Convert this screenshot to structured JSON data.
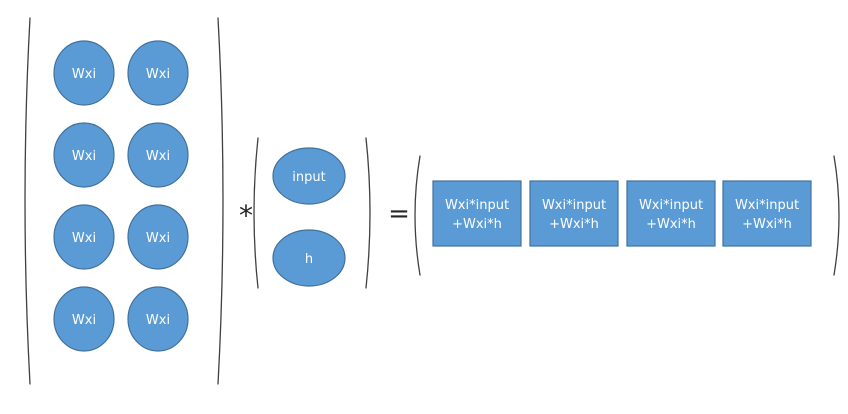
{
  "matrix": {
    "cells": [
      [
        "Wxi",
        "Wxi"
      ],
      [
        "Wxi",
        "Wxi"
      ],
      [
        "Wxi",
        "Wxi"
      ],
      [
        "Wxi",
        "Wxi"
      ]
    ]
  },
  "operators": {
    "multiply": "*",
    "equals": "="
  },
  "vector": {
    "items": [
      "input",
      "h"
    ]
  },
  "result": {
    "boxes": [
      {
        "line1": "Wxi*input",
        "line2": "+Wxi*h"
      },
      {
        "line1": "Wxi*input",
        "line2": "+Wxi*h"
      },
      {
        "line1": "Wxi*input",
        "line2": "+Wxi*h"
      },
      {
        "line1": "Wxi*input",
        "line2": "+Wxi*h"
      }
    ]
  },
  "colors": {
    "fill": "#5b9bd5",
    "stroke": "#41719c",
    "text": "#ffffff",
    "bracket": "#404040"
  }
}
